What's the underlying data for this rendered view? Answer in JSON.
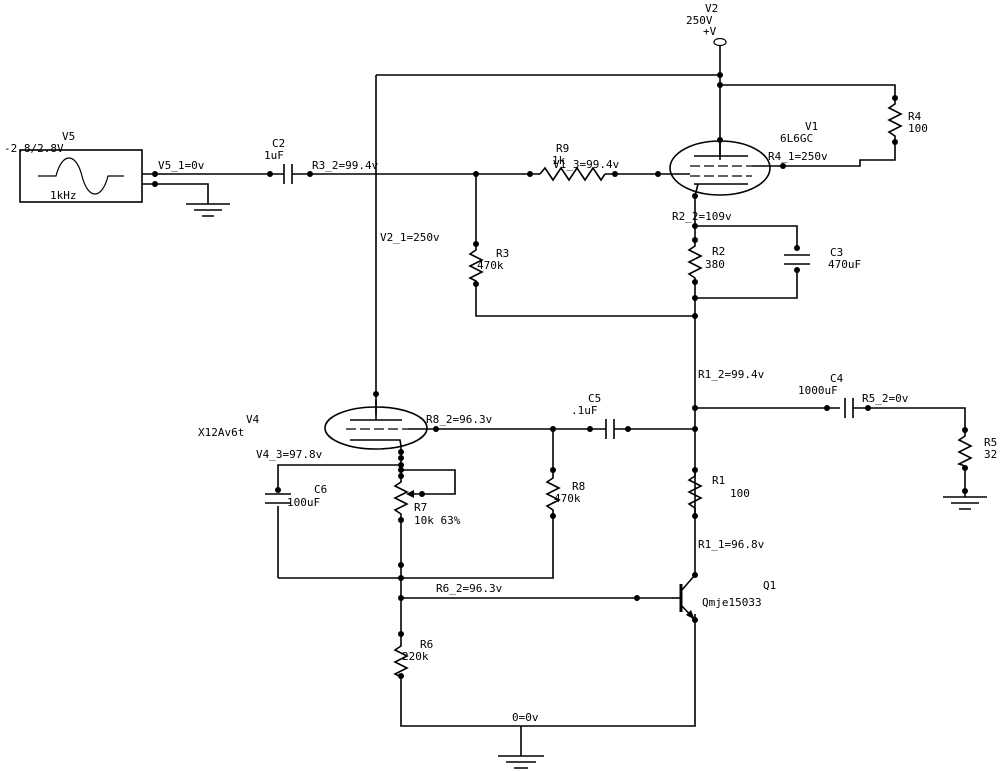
{
  "components": {
    "V2": {
      "name": "V2",
      "value": "250V",
      "node": "+V"
    },
    "V5": {
      "name": "V5",
      "value": "-2.8/2.8V",
      "freq": "1kHz"
    },
    "C2": {
      "name": "C2",
      "value": "1uF"
    },
    "R9": {
      "name": "R9",
      "value": "1k"
    },
    "V1": {
      "name": "V1",
      "value": "6L6GC"
    },
    "R4": {
      "name": "R4",
      "value": "100"
    },
    "R3": {
      "name": "R3",
      "value": "470k"
    },
    "R2": {
      "name": "R2",
      "value": "380"
    },
    "C3": {
      "name": "C3",
      "value": "470uF"
    },
    "C4": {
      "name": "C4",
      "value": "1000uF"
    },
    "R5": {
      "name": "R5",
      "value": "32"
    },
    "V4": {
      "name": "V4",
      "value": "X12Av6t"
    },
    "C5": {
      "name": "C5",
      "value": ".1uF"
    },
    "R8": {
      "name": "R8",
      "value": "470k"
    },
    "C6": {
      "name": "C6",
      "value": "100uF"
    },
    "R7": {
      "name": "R7",
      "value": "10k 63%"
    },
    "R1": {
      "name": "R1",
      "value": "100"
    },
    "Q1": {
      "name": "Q1",
      "value": "Qmje15033"
    },
    "R6": {
      "name": "R6",
      "value": "220k"
    }
  },
  "nodes": {
    "v5_1": "V5_1=0v",
    "r3_2": "R3_2=99.4v",
    "v1_3": "V1_3=99.4v",
    "r4_1": "R4_1=250v",
    "v2_1": "V2_1=250v",
    "r2_2": "R2_2=109v",
    "r1_2": "R1_2=99.4v",
    "r5_2": "R5_2=0v",
    "r8_2": "R8_2=96.3v",
    "v4_3": "V4_3=97.8v",
    "r1_1": "R1_1=96.8v",
    "r6_2": "R6_2=96.3v",
    "gnd": "0=0v"
  }
}
